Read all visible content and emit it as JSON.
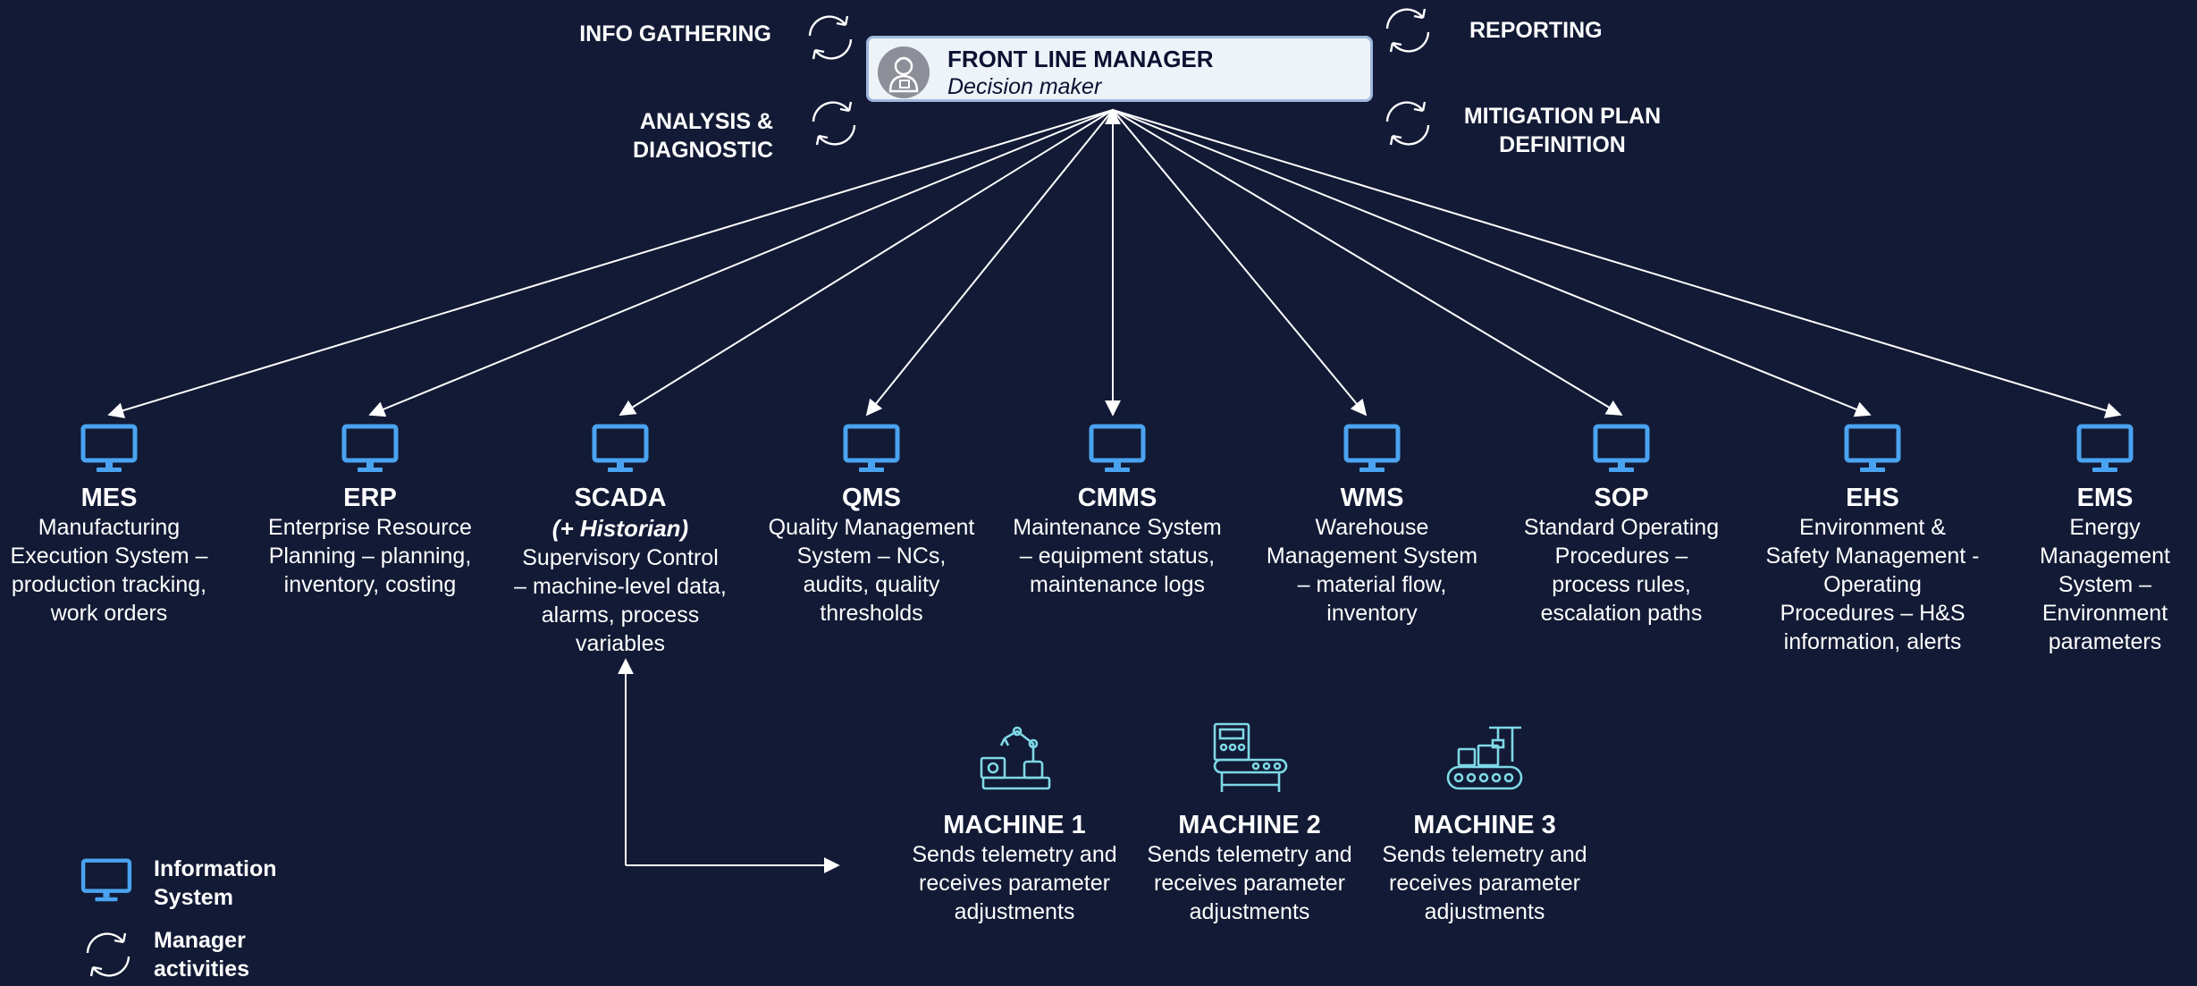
{
  "colors": {
    "background": "#121a35",
    "system_icon": "#4aa3f0",
    "machine_icon": "#7fd8e6",
    "manager_box": "#eef3fa",
    "arrow": "#ffffff"
  },
  "manager": {
    "title": "FRONT LINE MANAGER",
    "subtitle": "Decision maker",
    "icon": "manager-avatar-icon"
  },
  "activities": {
    "info_gathering": "INFO GATHERING",
    "analysis_line1": "ANALYSIS &",
    "analysis_line2": "DIAGNOSTIC",
    "reporting": "REPORTING",
    "mitigation_line1": "MITIGATION PLAN",
    "mitigation_line2": "DEFINITION",
    "icon": "cycle-arrows-icon"
  },
  "systems": [
    {
      "name": "MES",
      "subtitle": "",
      "description": "Manufacturing Execution System – production tracking, work orders"
    },
    {
      "name": "ERP",
      "subtitle": "",
      "description": "Enterprise Resource Planning – planning, inventory, costing"
    },
    {
      "name": "SCADA",
      "subtitle": "(+ Historian)",
      "description": "Supervisory Control – machine-level data, alarms, process variables"
    },
    {
      "name": "QMS",
      "subtitle": "",
      "description": "Quality Management System – NCs, audits, quality thresholds"
    },
    {
      "name": "CMMS",
      "subtitle": "",
      "description": "Maintenance System – equipment status, maintenance logs"
    },
    {
      "name": "WMS",
      "subtitle": "",
      "description": "Warehouse Management System – material flow, inventory"
    },
    {
      "name": "SOP",
      "subtitle": "",
      "description": "Standard Operating Procedures – process rules, escalation paths"
    },
    {
      "name": "EHS",
      "subtitle": "",
      "description": "Environment & Safety Management - Operating Procedures – H&S information, alerts"
    },
    {
      "name": "EMS",
      "subtitle": "",
      "description": "Energy Management System – Environment parameters"
    }
  ],
  "machines": [
    {
      "name": "MACHINE 1",
      "description": "Sends telemetry and receives parameter adjustments",
      "icon": "robot-arm-icon"
    },
    {
      "name": "MACHINE 2",
      "description": "Sends telemetry and receives parameter adjustments",
      "icon": "control-machine-icon"
    },
    {
      "name": "MACHINE 3",
      "description": "Sends telemetry and receives parameter adjustments",
      "icon": "conveyor-icon"
    }
  ],
  "legend": {
    "information_system": "Information System",
    "manager_activities": "Manager activities"
  }
}
